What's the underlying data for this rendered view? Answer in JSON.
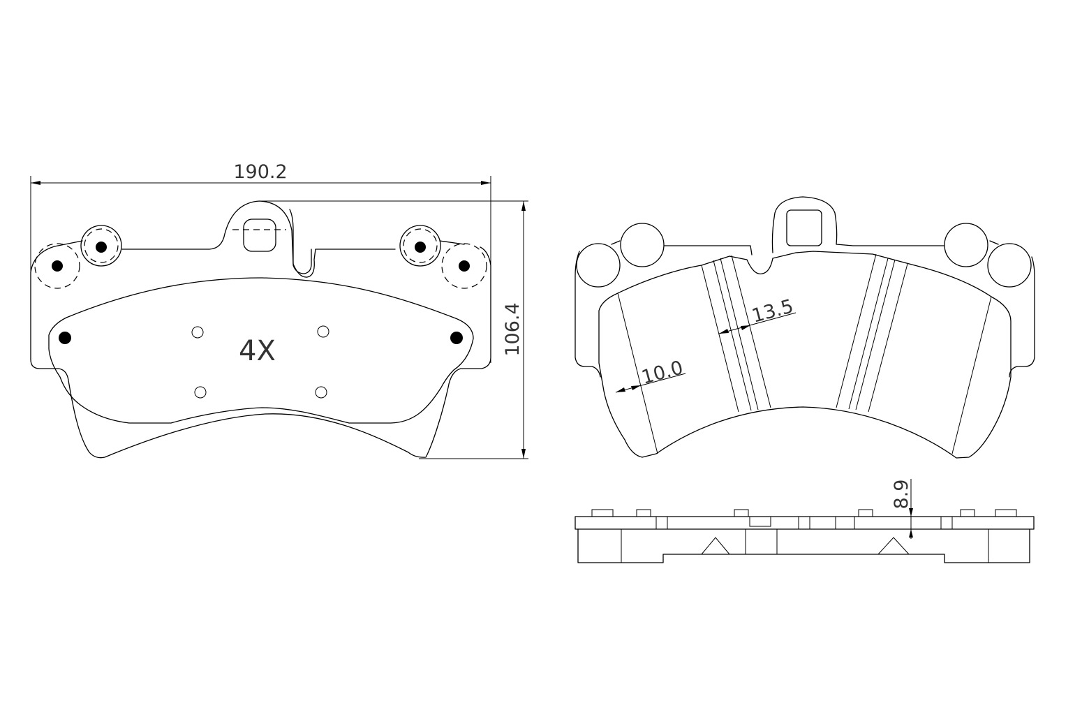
{
  "drawing": {
    "dimensions": {
      "overall_width": "190.2",
      "overall_height": "106.4",
      "pad_thickness_outer": "10.0",
      "pad_thickness_inner": "13.5",
      "backing_plate_thickness": "8.9"
    },
    "quantity_label": "4X"
  }
}
